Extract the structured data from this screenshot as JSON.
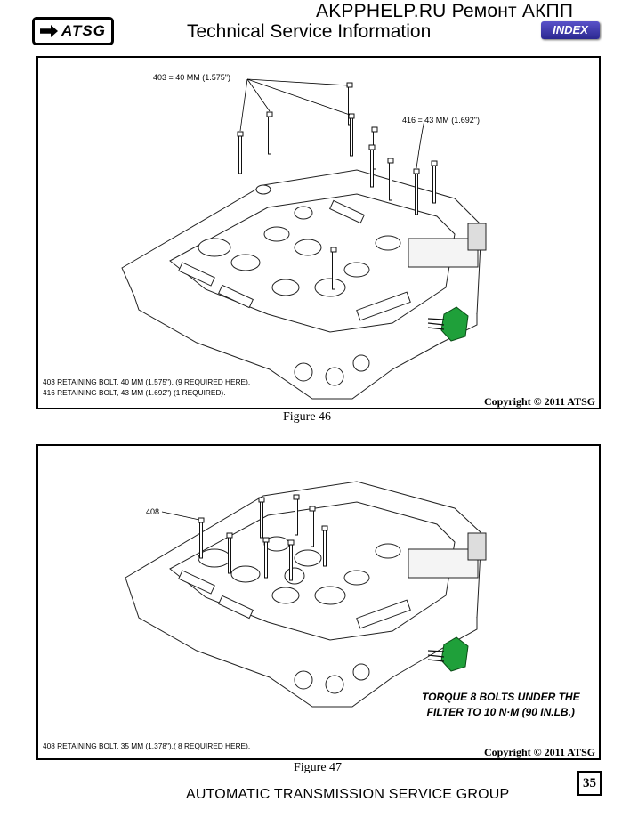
{
  "header": {
    "logo_text": "ATSG",
    "site_title": "AKPPHELP.RU Ремонт АКПП",
    "doc_title": "Technical Service Information",
    "index_label": "INDEX",
    "index_color": "#3b37b0"
  },
  "figure46": {
    "callout_403": "403 = 40 MM (1.575\")",
    "callout_416": "416 = 43 MM (1.692\")",
    "legend": [
      "403  RETAINING BOLT, 40 MM (1.575\"), (9 REQUIRED HERE).",
      "416  RETAINING BOLT, 43 MM (1.692\")  (1 REQUIRED)."
    ],
    "copyright": "Copyright © 2011 ATSG",
    "caption": "Figure 46",
    "connector_color": "#1fa03a"
  },
  "figure47": {
    "callout_408": "408",
    "legend": "408  RETAINING BOLT, 35 MM (1.378\"),( 8 REQUIRED HERE).",
    "torque_note": [
      "TORQUE 8 BOLTS UNDER THE",
      "FILTER TO 10 N·M  (90 IN.LB.)"
    ],
    "copyright": "Copyright © 2011 ATSG",
    "caption": "Figure 47",
    "connector_color": "#1fa03a"
  },
  "footer": {
    "org": "AUTOMATIC TRANSMISSION SERVICE GROUP",
    "page_number": "35"
  }
}
